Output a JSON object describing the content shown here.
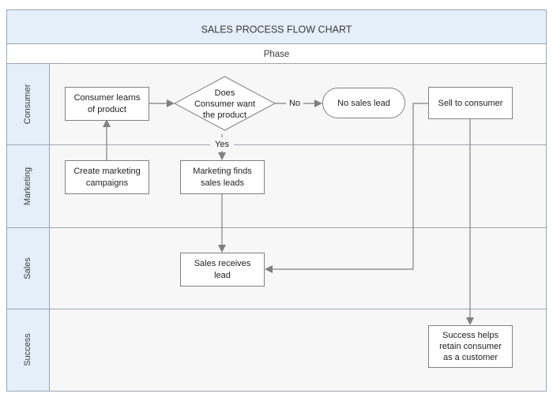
{
  "diagram": {
    "title": "SALES PROCESS FLOW CHART",
    "phase_header": "Phase",
    "type": "swimlane-flowchart",
    "colors": {
      "header_fill": "#e4eff9",
      "lane_fill": "#f7f7f7",
      "node_fill": "#ffffff",
      "border": "#9aa6b2",
      "connector": "#808080",
      "text": "#1f1f1f"
    },
    "lanes": [
      {
        "id": "consumer",
        "label": "Consumer"
      },
      {
        "id": "marketing",
        "label": "Marketing"
      },
      {
        "id": "sales",
        "label": "Sales"
      },
      {
        "id": "success",
        "label": "Success"
      }
    ],
    "nodes": [
      {
        "id": "consumer-learns",
        "lane": "consumer",
        "shape": "rectangle",
        "lines": [
          "Consumer learns",
          "of product"
        ]
      },
      {
        "id": "does-consumer-want",
        "lane": "consumer",
        "shape": "diamond",
        "lines": [
          "Does",
          "Consumer want",
          "the product"
        ]
      },
      {
        "id": "no-sales-lead",
        "lane": "consumer",
        "shape": "stadium",
        "lines": [
          "No sales lead"
        ]
      },
      {
        "id": "sell-to-consumer",
        "lane": "consumer",
        "shape": "rectangle",
        "lines": [
          "Sell to consumer"
        ]
      },
      {
        "id": "create-marketing-campaigns",
        "lane": "marketing",
        "shape": "rectangle",
        "lines": [
          "Create marketing",
          "campaigns"
        ]
      },
      {
        "id": "marketing-finds-leads",
        "lane": "marketing",
        "shape": "rectangle",
        "lines": [
          "Marketing finds",
          "sales leads"
        ]
      },
      {
        "id": "sales-receives-lead",
        "lane": "sales",
        "shape": "rectangle",
        "lines": [
          "Sales receives",
          "lead"
        ]
      },
      {
        "id": "success-retain",
        "lane": "success",
        "shape": "rectangle",
        "lines": [
          "Success helps",
          "retain consumer",
          "as a customer"
        ]
      }
    ],
    "edge_labels": {
      "no": "No",
      "yes": "Yes"
    },
    "edges": [
      {
        "from": "consumer-learns",
        "to": "does-consumer-want",
        "label": ""
      },
      {
        "from": "does-consumer-want",
        "to": "no-sales-lead",
        "label": "No"
      },
      {
        "from": "does-consumer-want",
        "to": "marketing-finds-leads",
        "label": "Yes"
      },
      {
        "from": "create-marketing-campaigns",
        "to": "consumer-learns",
        "label": ""
      },
      {
        "from": "marketing-finds-leads",
        "to": "sales-receives-lead",
        "label": ""
      },
      {
        "from": "sell-to-consumer",
        "to": "sales-receives-lead",
        "label": ""
      },
      {
        "from": "sell-to-consumer",
        "to": "success-retain",
        "label": ""
      }
    ]
  }
}
